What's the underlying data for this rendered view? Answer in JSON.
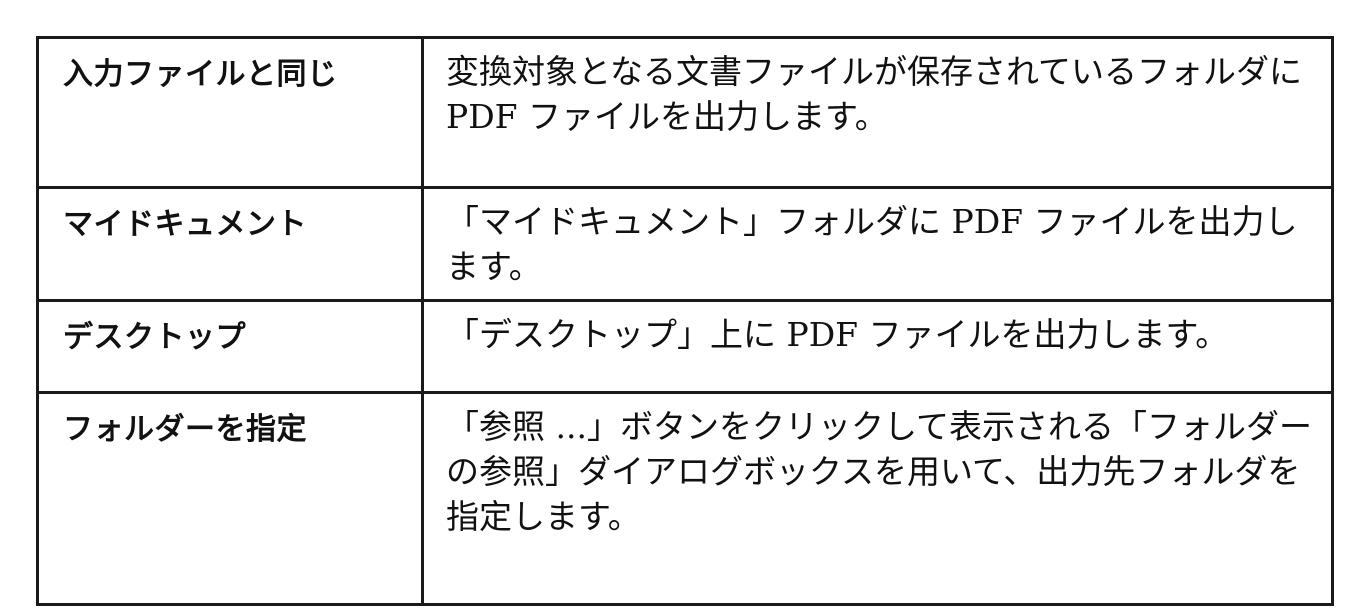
{
  "table": {
    "rows": [
      {
        "term": "入力ファイルと同じ",
        "description": "変換対象となる文書ファイルが保存されているフォルダに PDF ファイルを出力します。"
      },
      {
        "term": "マイドキュメント",
        "description": "「マイドキュメント」フォルダに PDF ファイルを出力します。"
      },
      {
        "term": "デスクトップ",
        "description": "「デスクトップ」上に PDF ファイルを出力します。"
      },
      {
        "term": "フォルダーを指定",
        "description": "「参照 ...」ボタンをクリックして表示される「フォルダーの参照」ダイアログボックスを用いて、出力先フォルダを指定します。"
      }
    ]
  }
}
